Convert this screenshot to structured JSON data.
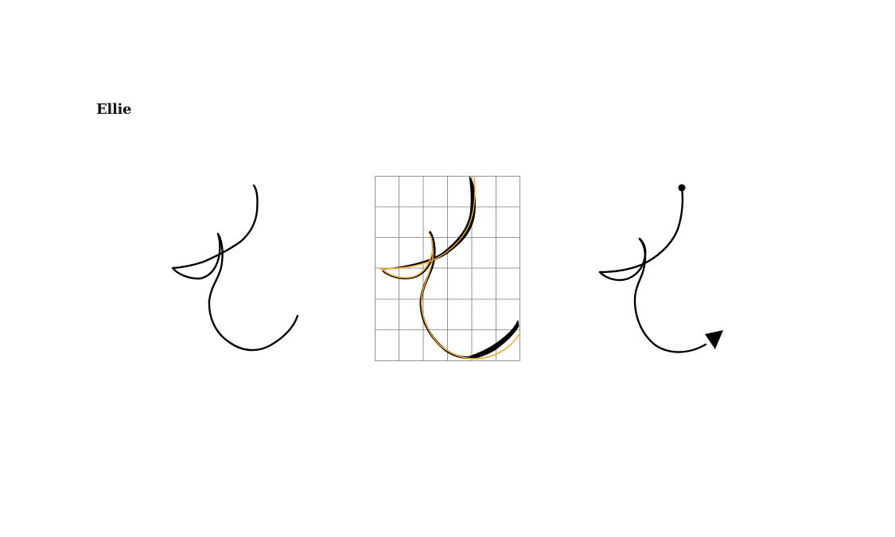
{
  "title": "Ellie",
  "colors": {
    "stroke": "#000000",
    "grid_line": "#7a7a7a",
    "fitted_curve": "#f5a623"
  },
  "grid": {
    "columns": 6,
    "rows": 6
  }
}
